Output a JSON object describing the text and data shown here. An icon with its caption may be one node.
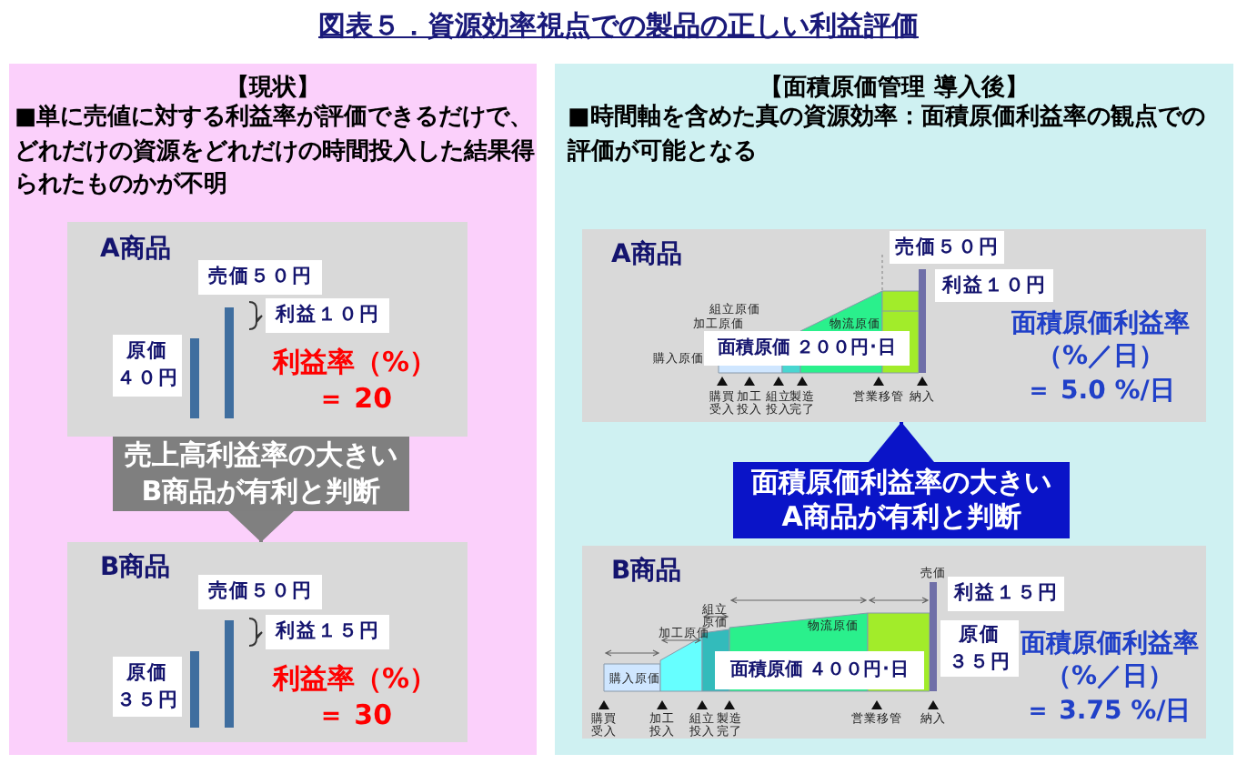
{
  "diagram": {
    "title": "図表５．資源効率視点での製品の正しい利益評価",
    "nodes": [
      {
        "text": [
          "【現状】",
          "■単に売値に対する利益率が評価できるだけで、**どれだけの資源をどれだけの時間投入**した結果得られたものかが不明"
        ]
      },
      {
        "text": [
          "A商品",
          "利益率（%）",
          "＝ 20"
        ],
        "in": 0
      },
      {
        "text": [
          "売価５０円"
        ],
        "in": 1
      },
      {
        "text": [
          "利益１０円"
        ],
        "in": 1
      },
      {
        "text": [
          "原価",
          "４０円"
        ],
        "in": 1
      },
      {
        "text": [
          "売上高利益率の大きいB商品が有利と判断"
        ],
        "in": 0
      },
      {
        "text": [
          "B商品",
          "利益率（%）",
          "＝ 30"
        ],
        "in": 0
      },
      {
        "text": [
          "売価５０円"
        ],
        "in": 6
      },
      {
        "text": [
          "利益１５円"
        ],
        "in": 6
      },
      {
        "text": [
          "原価",
          "３５円"
        ],
        "in": 6
      },
      {
        "text": [
          "【面積原価管理 導入後】",
          "**■時間軸を含めた真の資源効率**：面積原価利益率の観点での評価が可能となる"
        ]
      },
      {
        "text": [
          "A商品",
          "面積原価利益率（%／日）",
          "＝ 5.0 %/日"
        ],
        "in": 10
      },
      {
        "text": [
          "売価５０円"
        ],
        "in": 11
      },
      {
        "text": [
          "利益１０円"
        ],
        "in": 11
      },
      {
        "text": [
          "面積原価 ２００円･日"
        ],
        "in": 11
      },
      {
        "text": [
          "面積原価利益率の大きいA商品が有利と判断"
        ],
        "in": 10
      },
      {
        "text": [
          "B商品",
          "面積原価利益率（%／日）",
          "＝ 3.75 %/日"
        ],
        "in": 10
      },
      {
        "text": [
          "利益１５円"
        ],
        "in": 16
      },
      {
        "text": [
          "原価",
          "３５円"
        ],
        "in": 16
      },
      {
        "text": [
          "面積原価 ４００円･日"
        ],
        "in": 16
      }
    ],
    "edges": [
      {
        "from": 5,
        "to": 6,
        "arrow": "to",
        "color": "#808080"
      },
      {
        "from": 15,
        "to": 11,
        "arrow": "to",
        "color": "#0a14c8"
      }
    ],
    "labels": [
      "組立原価",
      "加工原価",
      "物流原価",
      "購入原価",
      "購買受入",
      "加工投入",
      "組立投入",
      "製造完了",
      "営業移管",
      "納入",
      "売価",
      "加工原価",
      "組立原価",
      "物流原価",
      "購入原価",
      "購買受入",
      "加工投入",
      "組立投入",
      "製造完了",
      "営業移管",
      "納入"
    ]
  }
}
